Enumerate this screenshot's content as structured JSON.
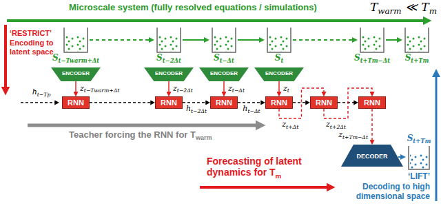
{
  "diagram": {
    "nodes": [
      {
        "text": [
          "ENCODER"
        ]
      },
      {
        "text": [
          "ENCODER"
        ]
      },
      {
        "text": [
          "ENCODER"
        ]
      },
      {
        "text": [
          "ENCODER"
        ]
      },
      {
        "text": [
          "RNN"
        ]
      },
      {
        "text": [
          "RNN"
        ]
      },
      {
        "text": [
          "RNN"
        ]
      },
      {
        "text": [
          "RNN"
        ]
      },
      {
        "text": [
          "RNN"
        ]
      },
      {
        "text": [
          "RNN"
        ]
      },
      {
        "text": [
          "DECODER"
        ]
      }
    ],
    "edges": [
      {
        "from": 0,
        "to": 4,
        "arrow": "to",
        "label": "zt−Twarm+Δt"
      },
      {
        "from": 1,
        "to": 5,
        "arrow": "to",
        "label": "zt−2Δt"
      },
      {
        "from": 2,
        "to": 6,
        "arrow": "to",
        "label": "zt−Δt"
      },
      {
        "from": 3,
        "to": 7,
        "arrow": "to",
        "label": "zt"
      },
      {
        "from": 4,
        "to": 5,
        "arrow": "to"
      },
      {
        "from": 5,
        "to": 6,
        "arrow": "to",
        "label": "ht−2Δt"
      },
      {
        "from": 6,
        "to": 7,
        "arrow": "to",
        "label": "ht−Δt"
      },
      {
        "from": 7,
        "to": 8,
        "arrow": "to"
      },
      {
        "from": 8,
        "to": 9,
        "arrow": "to"
      },
      {
        "from": 7,
        "to": 8,
        "arrow": "to",
        "label": "zt+Δt"
      },
      {
        "from": 8,
        "to": 9,
        "arrow": "to",
        "label": "zt+2Δt"
      },
      {
        "from": 9,
        "to": 10,
        "arrow": "to",
        "label": "zt+Tm−Δt"
      }
    ],
    "labels": [
      "Microscale system (fully resolved equations / simulations)",
      "Twarm ≪ Tm",
      "‘RESTRICT’",
      "Encoding to latent space",
      "St−Twarm+Δt",
      "St−2Δt",
      "St−Δt",
      "St",
      "St+Tm−Δt",
      "St+Tm",
      "ht−Tp",
      "Teacher forcing the RNN for Twarm",
      "Forecasting of latent dynamics for Tm",
      "‘LIFT’",
      "Decoding to high dimensional space",
      "St+Tm"
    ]
  }
}
